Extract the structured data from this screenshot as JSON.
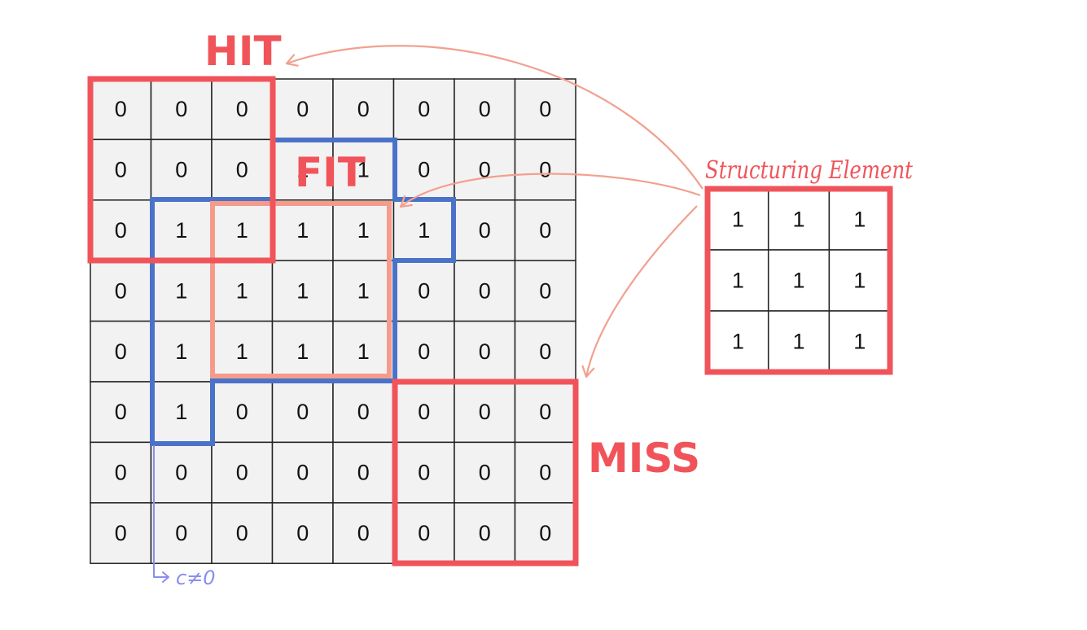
{
  "image_grid": {
    "cells": [
      [
        "0",
        "0",
        "0",
        "0",
        "0",
        "0",
        "0",
        "0"
      ],
      [
        "0",
        "0",
        "0",
        "1",
        "1",
        "0",
        "0",
        "0"
      ],
      [
        "0",
        "1",
        "1",
        "1",
        "1",
        "1",
        "0",
        "0"
      ],
      [
        "0",
        "1",
        "1",
        "1",
        "1",
        "0",
        "0",
        "0"
      ],
      [
        "0",
        "1",
        "1",
        "1",
        "1",
        "0",
        "0",
        "0"
      ],
      [
        "0",
        "1",
        "0",
        "0",
        "0",
        "0",
        "0",
        "0"
      ],
      [
        "0",
        "0",
        "0",
        "0",
        "0",
        "0",
        "0",
        "0"
      ],
      [
        "0",
        "0",
        "0",
        "0",
        "0",
        "0",
        "0",
        "0"
      ]
    ]
  },
  "structuring_element": {
    "label": "Structuring Element",
    "cells": [
      [
        "1",
        "1",
        "1"
      ],
      [
        "1",
        "1",
        "1"
      ],
      [
        "1",
        "1",
        "1"
      ]
    ]
  },
  "labels": {
    "hit": "HIT",
    "fit": "FIT",
    "miss": "MISS",
    "note": "c≠0"
  },
  "colors": {
    "cell_fill": "#f2f2f2",
    "grid_line": "#222222",
    "red": "#f0545a",
    "salmon": "#f59b8c",
    "blue": "#4a72c8",
    "note_blue": "#8a8ef0",
    "arrow": "#f2a090"
  }
}
